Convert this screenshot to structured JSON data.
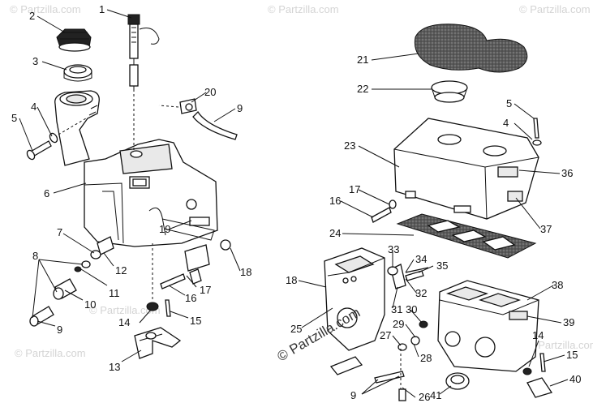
{
  "watermarks": {
    "center": "© Partzilla.com",
    "tile": "© Partzilla.com"
  },
  "callouts": [
    "1",
    "2",
    "3",
    "4",
    "5",
    "6",
    "7",
    "8",
    "9",
    "10",
    "11",
    "12",
    "13",
    "14",
    "15",
    "16",
    "17",
    "18",
    "19",
    "20",
    "9",
    "21",
    "22",
    "5",
    "4",
    "23",
    "36",
    "17",
    "16",
    "37",
    "24",
    "33",
    "34",
    "35",
    "18",
    "32",
    "31",
    "38",
    "25",
    "30",
    "39",
    "29",
    "27",
    "14",
    "28",
    "15",
    "9",
    "26",
    "41",
    "40"
  ]
}
